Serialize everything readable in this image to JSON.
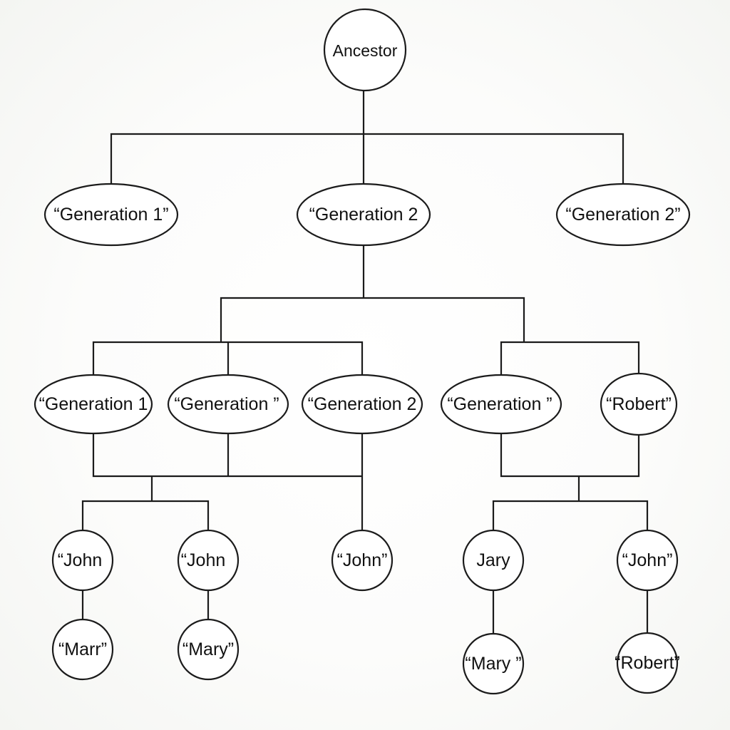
{
  "diagram": {
    "type": "family-tree",
    "nodes": [
      {
        "id": "ancestor",
        "label": "Ancestor"
      },
      {
        "id": "g1-left",
        "label": "“Generation 1”"
      },
      {
        "id": "g1-mid",
        "label": "“Generation 2"
      },
      {
        "id": "g1-right",
        "label": "“Generation 2”"
      },
      {
        "id": "g2-a",
        "label": "“Generation 1"
      },
      {
        "id": "g2-b",
        "label": "“Generation ”"
      },
      {
        "id": "g2-c",
        "label": "“Generation 2"
      },
      {
        "id": "g2-d",
        "label": "“Generation ”"
      },
      {
        "id": "g2-e",
        "label": "“Robert”"
      },
      {
        "id": "g3-a",
        "label": "“John"
      },
      {
        "id": "g3-b",
        "label": "“John"
      },
      {
        "id": "g3-c",
        "label": "“John”"
      },
      {
        "id": "g3-d",
        "label": "Jary"
      },
      {
        "id": "g3-e",
        "label": "“John”"
      },
      {
        "id": "g4-a",
        "label": "“Marr”"
      },
      {
        "id": "g4-b",
        "label": "“Mary”"
      },
      {
        "id": "g4-c",
        "label": "“Mary ”"
      },
      {
        "id": "g4-d",
        "label": "“Robert”"
      }
    ],
    "edges": [
      [
        "ancestor",
        "g1-left"
      ],
      [
        "ancestor",
        "g1-mid"
      ],
      [
        "ancestor",
        "g1-right"
      ],
      [
        "g1-mid",
        "g2-a"
      ],
      [
        "g1-mid",
        "g2-b"
      ],
      [
        "g1-mid",
        "g2-c"
      ],
      [
        "g1-mid",
        "g2-d"
      ],
      [
        "g1-mid",
        "g2-e"
      ],
      [
        "g2-a",
        "g3-a"
      ],
      [
        "g2-b",
        "g3-b"
      ],
      [
        "g2-c",
        "g3-c"
      ],
      [
        "g2-d",
        "g3-d"
      ],
      [
        "g2-e",
        "g3-e"
      ],
      [
        "g3-a",
        "g4-a"
      ],
      [
        "g3-b",
        "g4-b"
      ],
      [
        "g3-d",
        "g4-c"
      ],
      [
        "g3-e",
        "g4-d"
      ]
    ]
  }
}
